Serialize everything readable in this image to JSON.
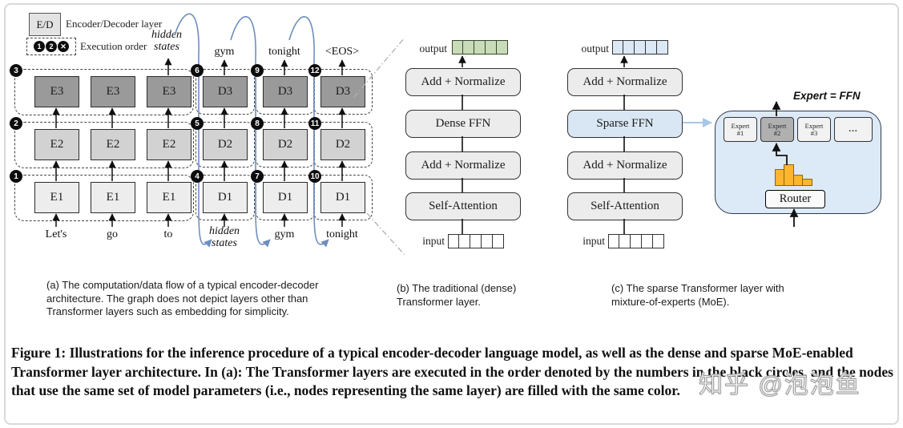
{
  "legend": {
    "ed_symbol": "E/D",
    "ed_label": "Encoder/Decoder layer",
    "order_symbols": [
      "1",
      "2",
      "✕"
    ],
    "order_label": "Execution order"
  },
  "panel_a": {
    "caption": "(a) The computation/data flow of a typical encoder-decoder architecture. The graph does not depict layers other than Transformer layers such as embedding for simplicity.",
    "encoder": {
      "rows": [
        {
          "order": "1",
          "label": "E1"
        },
        {
          "order": "2",
          "label": "E2"
        },
        {
          "order": "3",
          "label": "E3"
        }
      ],
      "inputs": [
        "Let's",
        "go",
        "to"
      ],
      "output_label": "hidden states"
    },
    "decoder": {
      "columns": [
        {
          "orders": [
            "4",
            "5",
            "6"
          ],
          "layers": [
            "D1",
            "D2",
            "D3"
          ],
          "input": "hidden states",
          "output": "gym"
        },
        {
          "orders": [
            "7",
            "8",
            "9"
          ],
          "layers": [
            "D1",
            "D2",
            "D3"
          ],
          "input": "gym",
          "output": "tonight"
        },
        {
          "orders": [
            "10",
            "11",
            "12"
          ],
          "layers": [
            "D1",
            "D2",
            "D3"
          ],
          "input": "tonight",
          "output": "<EOS>"
        }
      ]
    }
  },
  "panel_b": {
    "caption": "(b) The traditional (dense) Transformer layer.",
    "output_label": "output",
    "input_label": "input",
    "output_cells": 5,
    "input_cells": 5,
    "blocks": [
      "Add + Normalize",
      "Dense FFN",
      "Add + Normalize",
      "Self-Attention"
    ]
  },
  "panel_c": {
    "caption": "(c) The sparse Transformer layer with mixture-of-experts (MoE).",
    "output_label": "output",
    "input_label": "input",
    "output_cells": 5,
    "input_cells": 5,
    "blocks": [
      "Add + Normalize",
      "Sparse FFN",
      "Add + Normalize",
      "Self-Attention"
    ]
  },
  "moe": {
    "title": "Expert = FFN",
    "experts": [
      {
        "line1": "Expert",
        "line2": "#1",
        "selected": false
      },
      {
        "line1": "Expert",
        "line2": "#2",
        "selected": true
      },
      {
        "line1": "Expert",
        "line2": "#3",
        "selected": false
      },
      {
        "line1": "...",
        "line2": "",
        "selected": false
      }
    ],
    "router_label": "Router",
    "router_bar_heights": [
      19,
      25,
      12,
      7
    ]
  },
  "figure_caption": "Figure 1: Illustrations for the inference procedure of a typical encoder-decoder language model, as well as the dense and sparse MoE-enabled Transformer layer architecture. In (a): The Transformer layers are executed in the order denoted by the numbers in the black circles, and the nodes that use the same set of model parameters (i.e., nodes representing the same layer) are filled with the same color.",
  "watermark": "知乎 @泡泡鱼",
  "colors": {
    "layer1_fill": "#ededed",
    "layer2_fill": "#d2d2d2",
    "layer3_fill": "#9a9a9a",
    "dense_block_fill": "#ececec",
    "sparse_ffn_fill": "#d9e7f4",
    "output_cells_green": "#c9dcba",
    "output_cells_blue": "#dbe8f5",
    "moe_panel_fill": "#dce9f7",
    "expert_selected_fill": "#b0b0b0",
    "router_bar_fill": "#ffb52e",
    "flow_arrow_blue": "#6e8fbe"
  }
}
